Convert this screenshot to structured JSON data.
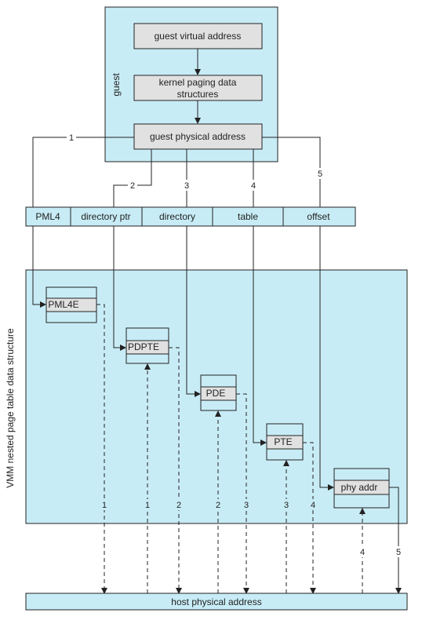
{
  "guest": {
    "label": "guest",
    "virtual_address": "guest virtual address",
    "paging_line1": "kernel paging data",
    "paging_line2": "structures",
    "physical_address": "guest physical address"
  },
  "address_fields": {
    "pml4": "PML4",
    "directory_ptr": "directory ptr",
    "directory": "directory",
    "table": "table",
    "offset": "offset"
  },
  "vmm": {
    "label": "VMM nested page table data structure",
    "pml4e": "PML4E",
    "pdpte": "PDPTE",
    "pde": "PDE",
    "pte": "PTE",
    "phy_addr": "phy addr"
  },
  "host": {
    "label": "host physical address"
  },
  "step_labels": {
    "s1": "1",
    "s2": "2",
    "s3": "3",
    "s4": "4",
    "s5": "5",
    "h1a": "1",
    "h1b": "1",
    "h2a": "2",
    "h2b": "2",
    "h3a": "3",
    "h3b": "3",
    "h4a": "4",
    "h4b": "4",
    "h5": "5"
  },
  "colors": {
    "panel_fill": "#c8ecf6",
    "box_fill": "#e1e1e1",
    "field_fill": "#c8ecf6",
    "stroke": "#222222"
  }
}
